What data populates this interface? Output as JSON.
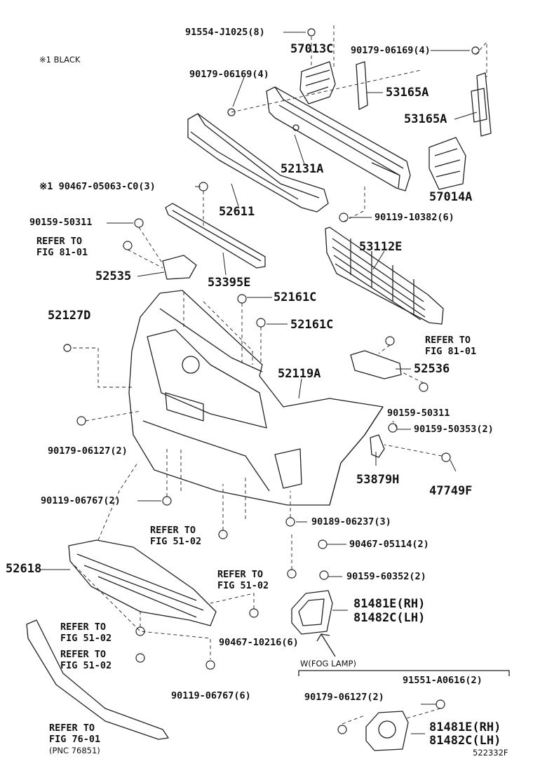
{
  "note_black": "※1 BLACK",
  "fig_id": "522332F",
  "fog_lamp_label": "W(FOG LAMP)",
  "parts": {
    "p91554": "91554-J1025(8)",
    "p57013c": "57013C",
    "p90179_06169_top": "90179-06169(4)",
    "p90179_06169_left": "90179-06169(4)",
    "p53165a_1": "53165A",
    "p53165a_2": "53165A",
    "p52131a": "52131A",
    "p57014a": "57014A",
    "p90467_05063": "※1 90467-05063-C0(3)",
    "p52611": "52611",
    "p90119_10382": "90119-10382(6)",
    "p90159_50311_left": "90159-50311",
    "p53112e": "53112E",
    "p52535": "52535",
    "p53395e": "53395E",
    "p52161c_1": "52161C",
    "p52161c_2": "52161C",
    "p52127d": "52127D",
    "p52536": "52536",
    "p52119a": "52119A",
    "p90159_50311_right": "90159-50311",
    "p90159_50353": "90159-50353(2)",
    "p90179_06127_mid": "90179-06127(2)",
    "p53879h": "53879H",
    "p47749f": "47749F",
    "p90119_06767_mid": "90119-06767(2)",
    "p90189_06237": "90189-06237(3)",
    "p90467_05114": "90467-05114(2)",
    "p52618": "52618",
    "p90159_60352": "90159-60352(2)",
    "p81481e_1": "81481E(RH)",
    "p81482c_1": "81482C(LH)",
    "p90467_10216": "90467-10216(6)",
    "p90119_06767_bot": "90119-06767(6)",
    "p91551": "91551-A0616(2)",
    "p90179_06127_bot": "90179-06127(2)",
    "p81481e_2": "81481E(RH)",
    "p81482c_2": "81482C(LH)"
  },
  "refs": {
    "r81_left": [
      "REFER TO",
      "FIG 81-01"
    ],
    "r81_right": [
      "REFER TO",
      "FIG 81-01"
    ],
    "r51_a": [
      "REFER TO",
      "FIG 51-02"
    ],
    "r51_b": [
      "REFER TO",
      "FIG 51-02"
    ],
    "r51_c": [
      "REFER TO",
      "FIG 51-02"
    ],
    "r51_d": [
      "REFER TO",
      "FIG 51-02"
    ],
    "r76": [
      "REFER TO",
      "FIG 76-01",
      "(PNC 76851)"
    ]
  }
}
